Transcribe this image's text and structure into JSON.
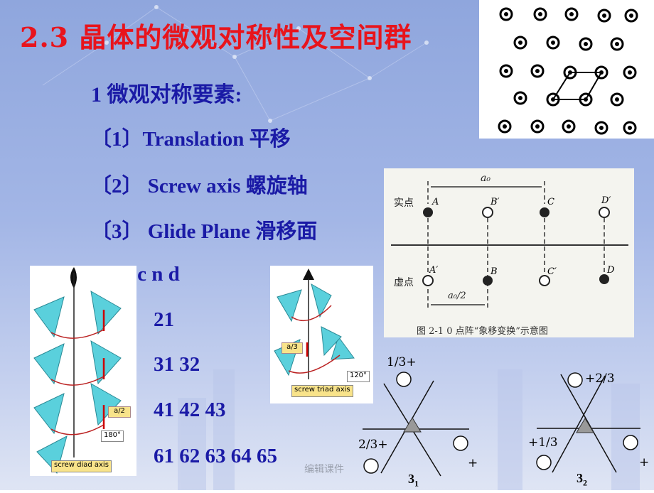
{
  "title": "2.3  晶体的微观对称性及空间群",
  "section": "1  微观对称要素:",
  "items": [
    "〔1〕Translation 平移",
    "〔2〕 Screw axis 螺旋轴",
    "〔3〕 Glide Plane 滑移面"
  ],
  "glide_symbols": "a b c n d",
  "screw_rows": [
    "21",
    "31 32",
    "41 42 43",
    "61 62 63 64 65"
  ],
  "figure_caption": "图 2-1 0   点阵“象移变换”示意图",
  "fig_labels": {
    "real": "实点",
    "virtual": "虚点",
    "a0": "a₀",
    "a0half": "a₀/2",
    "A": "A",
    "B1": "B′",
    "C": "C",
    "D1": "D′",
    "A1": "A′",
    "B": "B",
    "C1": "C′",
    "D": "D"
  },
  "diad": {
    "a_label": "a/2",
    "angle": "180°",
    "caption": "screw diad axis"
  },
  "triad": {
    "a_label": "a/3",
    "angle": "120°",
    "caption": "screw triad axis"
  },
  "sym31": {
    "top": "1/3+",
    "mid": "2/3+",
    "right": "+",
    "label": "3",
    "sub": "1"
  },
  "sym32": {
    "top": "+2/3",
    "mid": "+1/3",
    "right": "+",
    "label": "3",
    "sub": "2"
  },
  "footer": "编辑课件"
}
